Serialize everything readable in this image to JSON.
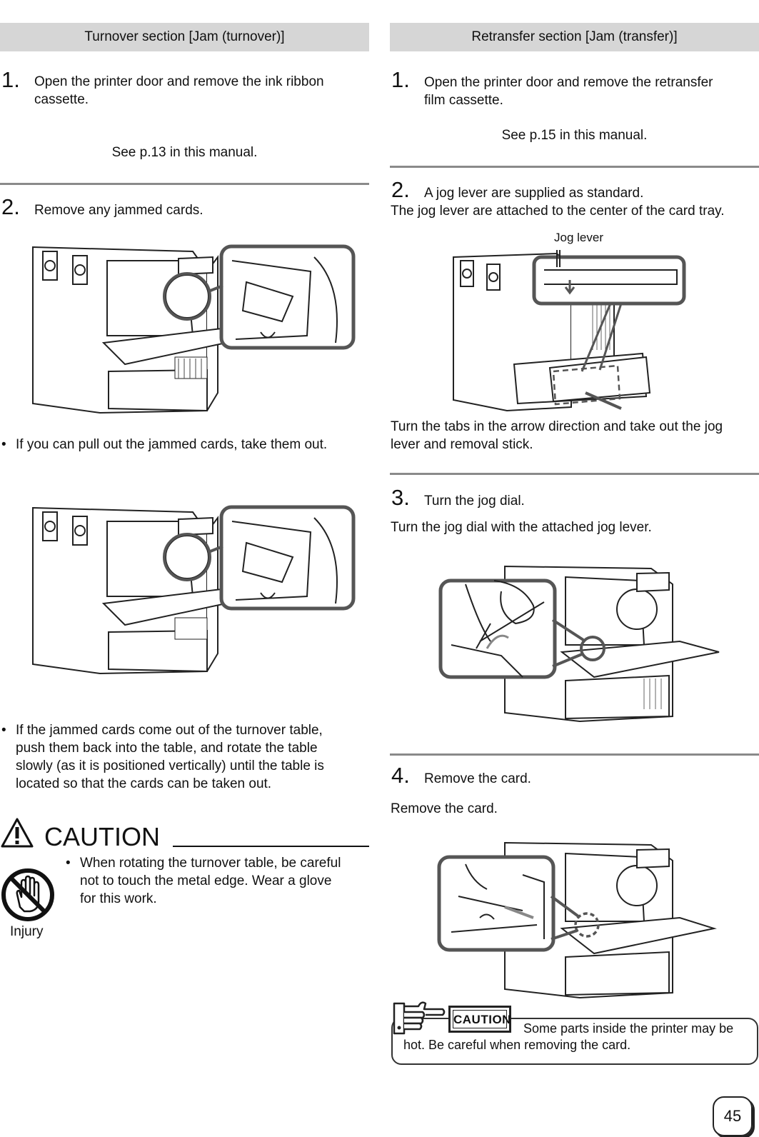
{
  "left": {
    "header": "Turnover section [Jam (turnover)]",
    "step1": {
      "num": "1.",
      "text1": "Open the printer door and remove the ink ribbon",
      "text2": "cassette.",
      "ref": "See p.13 in this manual."
    },
    "step2": {
      "num": "2.",
      "text": "Remove any jammed cards."
    },
    "bullet1": "If you can pull out the jammed cards, take them out.",
    "bullet2": [
      "If the jammed cards come out of the turnover table,",
      "push them back into the table, and rotate the table",
      "slowly (as it is positioned vertically) until the table is",
      "located so that the cards can be taken out."
    ],
    "caution": {
      "title": "CAUTION",
      "bullet": [
        "When rotating the turnover table, be careful",
        "not to touch the metal edge. Wear a glove",
        "for this work."
      ],
      "icon_label": "Injury"
    }
  },
  "right": {
    "header": "Retransfer section [Jam (transfer)]",
    "step1": {
      "num": "1.",
      "text1": "Open the printer door and remove the retransfer",
      "text2": "film cassette.",
      "ref": "See p.15 in this manual."
    },
    "step2": {
      "num": "2.",
      "text1": "A jog lever are supplied as standard.",
      "text2": "The jog lever are attached to the center of the card tray.",
      "callout": "Jog lever",
      "after1": "Turn the tabs in the arrow direction and take out the jog",
      "after2": "lever and removal stick."
    },
    "step3": {
      "num": "3.",
      "text": "Turn the jog dial.",
      "desc": "Turn the jog dial with the attached jog lever."
    },
    "step4": {
      "num": "4.",
      "text": "Remove the card.",
      "desc": "Remove the card."
    },
    "hot_note": {
      "badge": "CAUTION",
      "line1": "Some parts inside the printer may be",
      "line2": "hot. Be careful when removing the card."
    }
  },
  "page_number": "45",
  "icons": [
    "warning-triangle-icon",
    "no-touch-hand-icon",
    "pointing-hand-icon"
  ]
}
